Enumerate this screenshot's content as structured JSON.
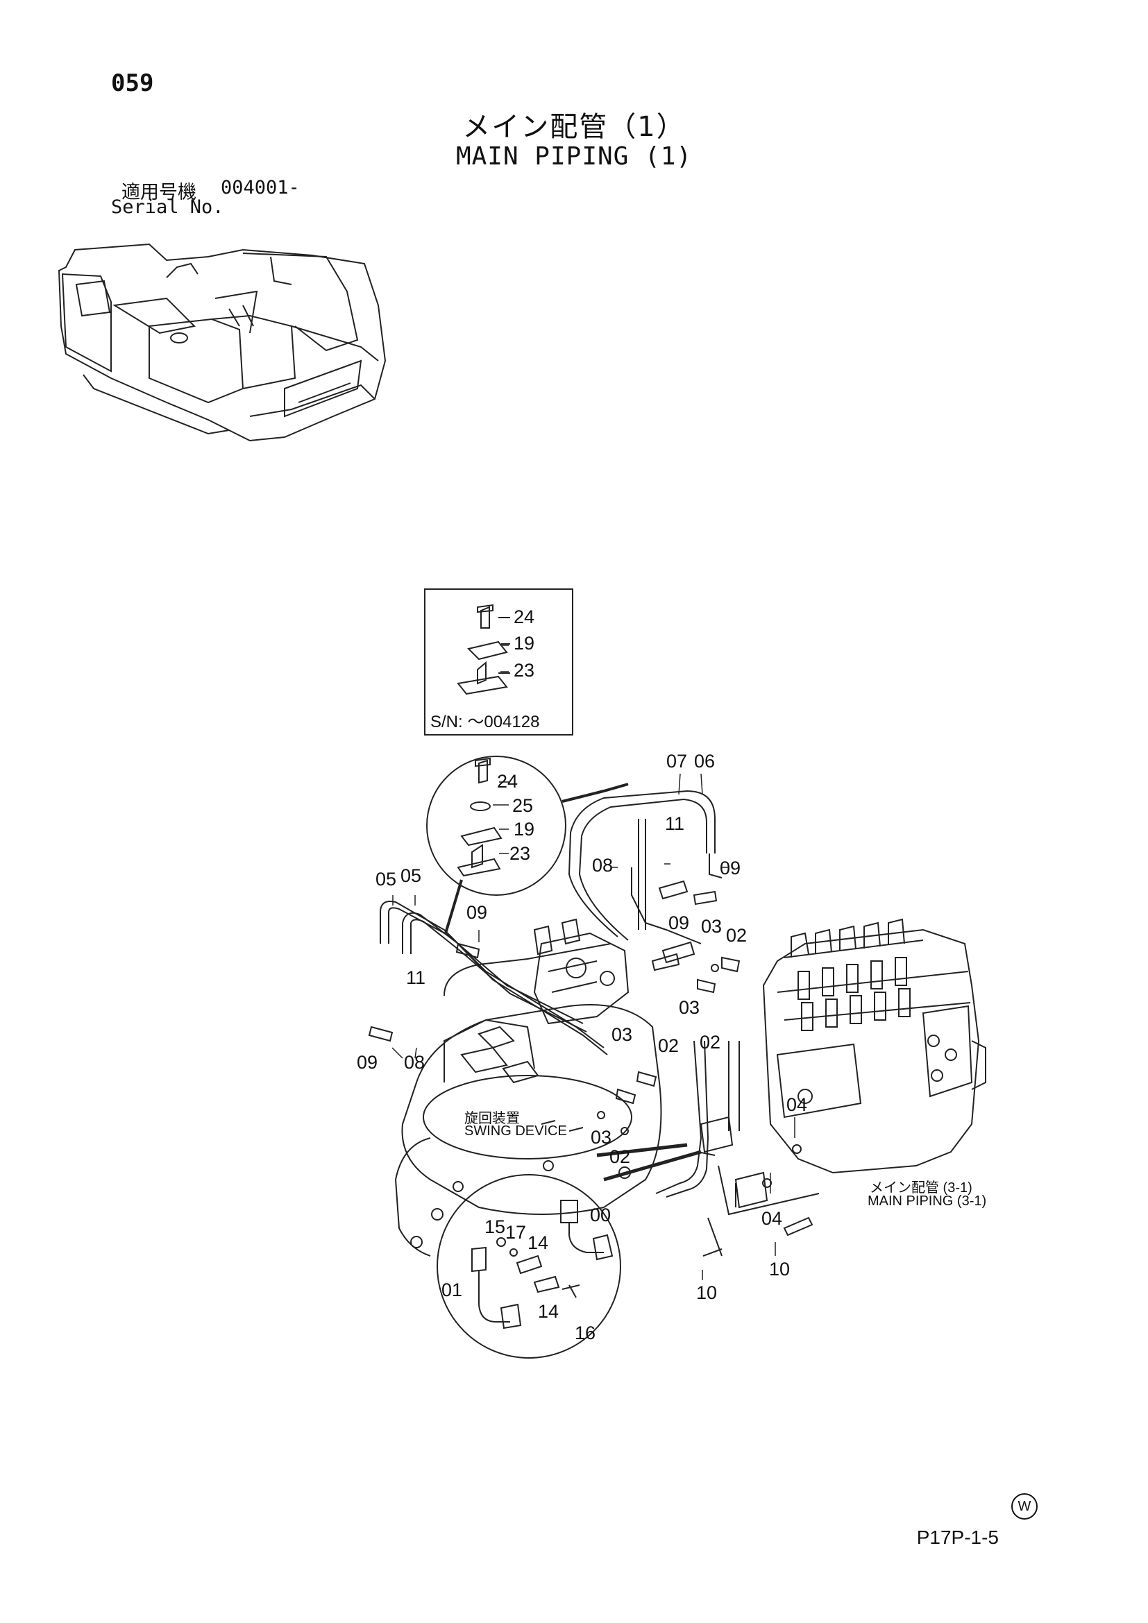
{
  "header": {
    "page_number": "059",
    "title_ja": "メイン配管（1）",
    "title_en": "MAIN PIPING (1)",
    "serial_label_ja": "適用号機",
    "serial_value": "004001-",
    "serial_label_en": "Serial No."
  },
  "inset_top": {
    "labels": [
      "24",
      "19",
      "23"
    ],
    "note": "S/N: ～004128"
  },
  "inset_circle_upper": {
    "labels": [
      "24",
      "25",
      "19",
      "23"
    ]
  },
  "inset_circle_lower": {
    "labels": [
      "15",
      "17",
      "14",
      "00",
      "01",
      "14",
      "16"
    ]
  },
  "callouts": {
    "c07": "07",
    "c06": "06",
    "c11a": "11",
    "c08a": "08",
    "c09a": "09",
    "c05a": "05",
    "c05b": "05",
    "c09b": "09",
    "c09c": "09",
    "c03a": "03",
    "c02a": "02",
    "c11b": "11",
    "c03b": "03",
    "c02b": "02",
    "c09d": "09",
    "c08b": "08",
    "c03c": "03",
    "c02c": "02",
    "c04a": "04",
    "c03d": "03",
    "c02d": "02",
    "c04b": "04",
    "c10a": "10",
    "c10b": "10"
  },
  "swing_device": {
    "ja": "旋回装置",
    "en": "SWING DEVICE"
  },
  "ref_main_piping": {
    "ja": "メイン配管 (3-1)",
    "en": "MAIN PIPING (3-1)"
  },
  "footer": {
    "watermark": "W",
    "code": "P17P-1-5"
  }
}
